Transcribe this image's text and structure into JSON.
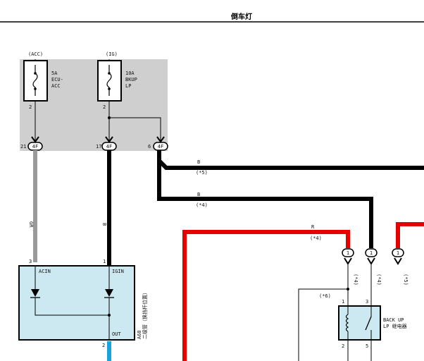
{
  "title": "倒车灯",
  "fuses": [
    {
      "source": "(ACC)",
      "rating": "5A",
      "name1": "ECU-",
      "name2": "ACC",
      "pin": "2"
    },
    {
      "source": "(IG)",
      "rating": "10A",
      "name1": "BKUP",
      "name2": "LP",
      "pin": "2"
    }
  ],
  "connectors": [
    {
      "pin": "21",
      "code": "4F"
    },
    {
      "pin": "17",
      "code": "4F"
    },
    {
      "pin": "6",
      "code": "4F"
    }
  ],
  "wires": {
    "gr": "GR",
    "b_left": "B",
    "b_upper": "B",
    "b_upper_note": "(*5)",
    "b_lower": "B",
    "b_lower_note": "(*4)",
    "r": "R",
    "r_note": "(*4)"
  },
  "plugs": [
    {
      "pin": "1",
      "note": "(*4)"
    },
    {
      "pin": "1",
      "note": "(*4)"
    },
    {
      "pin": "1",
      "note": "(*5)"
    }
  ],
  "ecu": {
    "pin_acin": "3",
    "acin": "ACIN",
    "pin_igin": "1",
    "igin": "IGIN",
    "out": "OUT",
    "pin_out": "2",
    "code": "A68",
    "label": "二级管（换挡杆位置）"
  },
  "relay": {
    "note": "(*6)",
    "pin_tl": "1",
    "pin_tr": "3",
    "pin_bl": "2",
    "pin_br": "5",
    "label1": "BACK UP",
    "label2": "LP 继电器"
  }
}
